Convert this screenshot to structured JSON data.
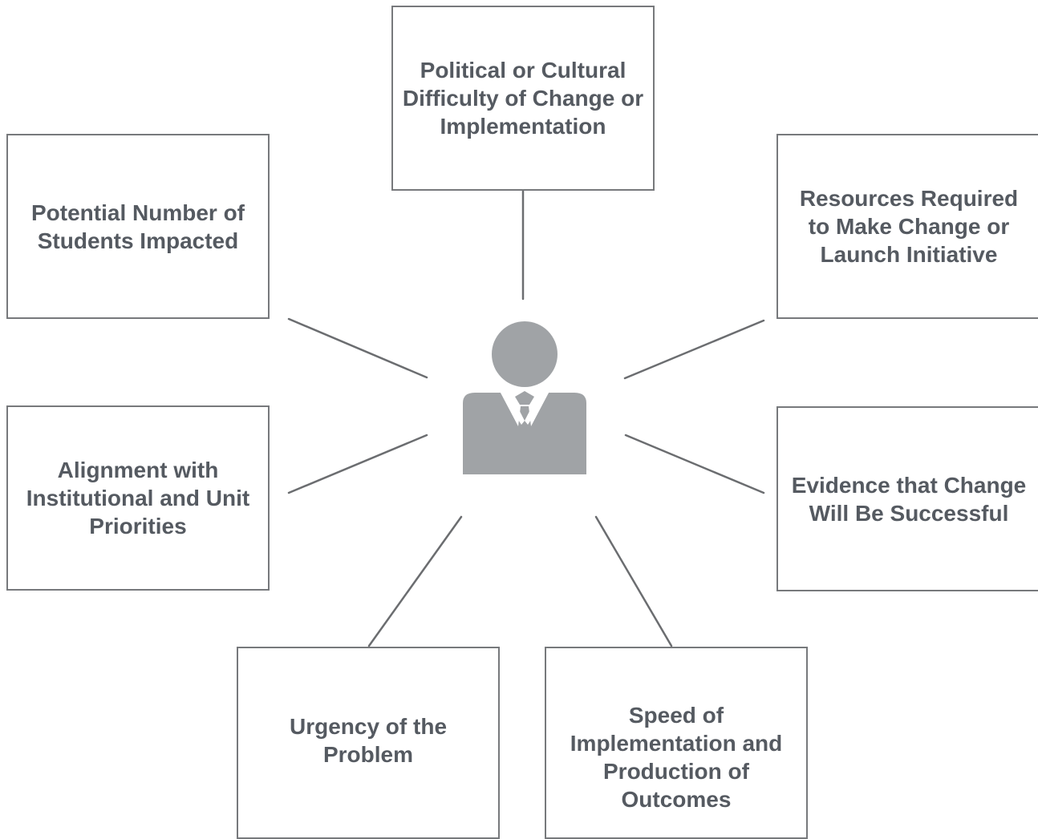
{
  "colors": {
    "box_border": "#77797c",
    "label_text": "#555a61",
    "connector": "#6b6d70",
    "person_fill": "#a0a3a6",
    "background": "#ffffff"
  },
  "center_icon": {
    "name": "business-person-icon"
  },
  "factors": {
    "political": "Political or Cultural Difficulty of Change or Implementation",
    "students": "Potential Number of Students Impacted",
    "resources": "Resources Required to Make Change or Launch Initiative",
    "alignment": "Alignment with Institutional and Unit Priorities",
    "evidence": "Evidence that Change Will Be Successful",
    "urgency": "Urgency of the Problem",
    "speed": "Speed of Implementation and Production of Outcomes"
  }
}
